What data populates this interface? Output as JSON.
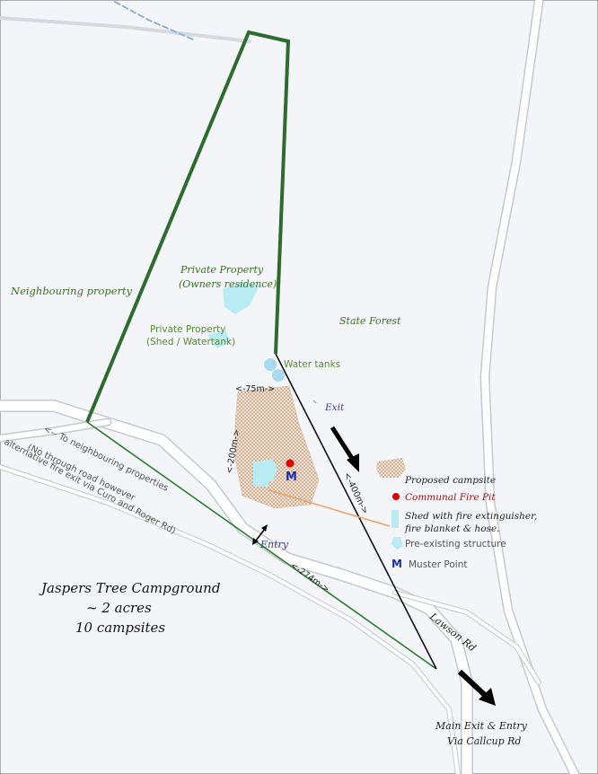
{
  "map": {
    "labels": {
      "neighbouring": "Neighbouring property",
      "private_owner_line1": "Private Property",
      "private_owner_line2": "(Owners residence)",
      "private_shed_line1": "Private Property",
      "private_shed_line2": "(Shed / Watertank)",
      "state_forest": "State Forest",
      "water_tanks": "Water tanks",
      "dim_75": "<-75m->",
      "dim_200": "<-200m->",
      "dim_400": "<-400m->",
      "dim_274": "<-274m->",
      "exit": "Exit",
      "entry": "Entry",
      "road_name": "Lawson Rd",
      "to_neighbouring_line1": "<-- To neighbouring properties",
      "to_neighbouring_line2": "(No through road however",
      "to_neighbouring_line3": "alternative fire exit via Curo and Roger Rd)",
      "main_exit_line1": "Main Exit & Entry",
      "main_exit_line2": "Via Callcup Rd",
      "muster_marker": "M"
    },
    "title": {
      "line1": "Jaspers Tree Campground",
      "line2": "~ 2 acres",
      "line3": "10 campsites"
    },
    "legend": [
      {
        "key": "campsite",
        "label": "Proposed campsite"
      },
      {
        "key": "firepit",
        "label": "Communal Fire Pit"
      },
      {
        "key": "shed",
        "label": "Shed with fire extinguisher,",
        "label2": "fire blanket & hose."
      },
      {
        "key": "structure",
        "label": "Pre-existing structure"
      },
      {
        "key": "muster",
        "label": "Muster Point",
        "symbol": "M"
      }
    ],
    "colors": {
      "background": "#f3f5f8",
      "road_fill": "#ffffff",
      "road_edge": "#c4c9d0",
      "boundary": "#2e6b2e",
      "green_text": "#3f6e25",
      "campsite": "#c8a888",
      "firepit": "#e00000",
      "structure": "#b8ecf2",
      "muster": "#1a2fb0",
      "orange_line": "#f0a060",
      "arrow": "#000000"
    }
  }
}
